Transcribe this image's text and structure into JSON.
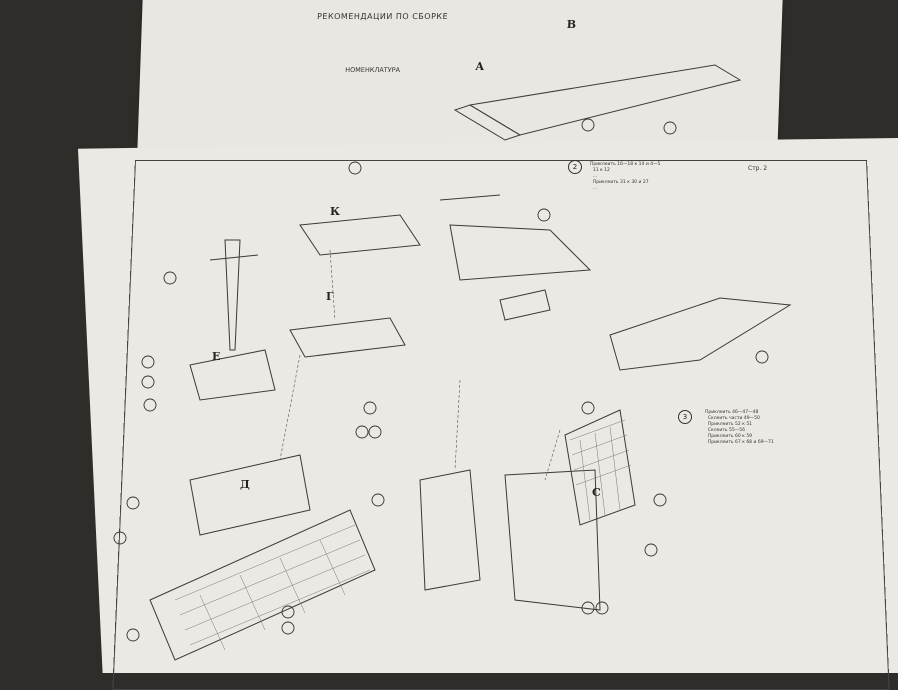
{
  "top_sheet": {
    "heading": "РЕКОМЕНДАЦИИ ПО СБОРКЕ",
    "nomenclature_heading": "НОМЕНКЛАТУРА",
    "assembly_letters": [
      "А",
      "В"
    ]
  },
  "main_sheet": {
    "page_label": "Стр. 2",
    "assembly_letters": [
      "К",
      "Г",
      "Е",
      "Д",
      "С"
    ],
    "steps": [
      "2",
      "3"
    ],
    "instructions_step2": "Приклеить 16—18 к 14 и 4—5\n  11 к 12\n  ...\n  Приклеить 31 к 30 и 27\n  ...",
    "instructions_step3": "Приклеить 46—47—48\n  Склеить части 49—50\n  Приклеить 52 к 51\n  Склеить 55—56\n  Приклеить 60 к 59\n  Приклеить 67 к 68 и 69—71"
  },
  "colors": {
    "paper": "#ebe9e4",
    "ink": "#3a3a3a",
    "background": "#2f2c29"
  }
}
